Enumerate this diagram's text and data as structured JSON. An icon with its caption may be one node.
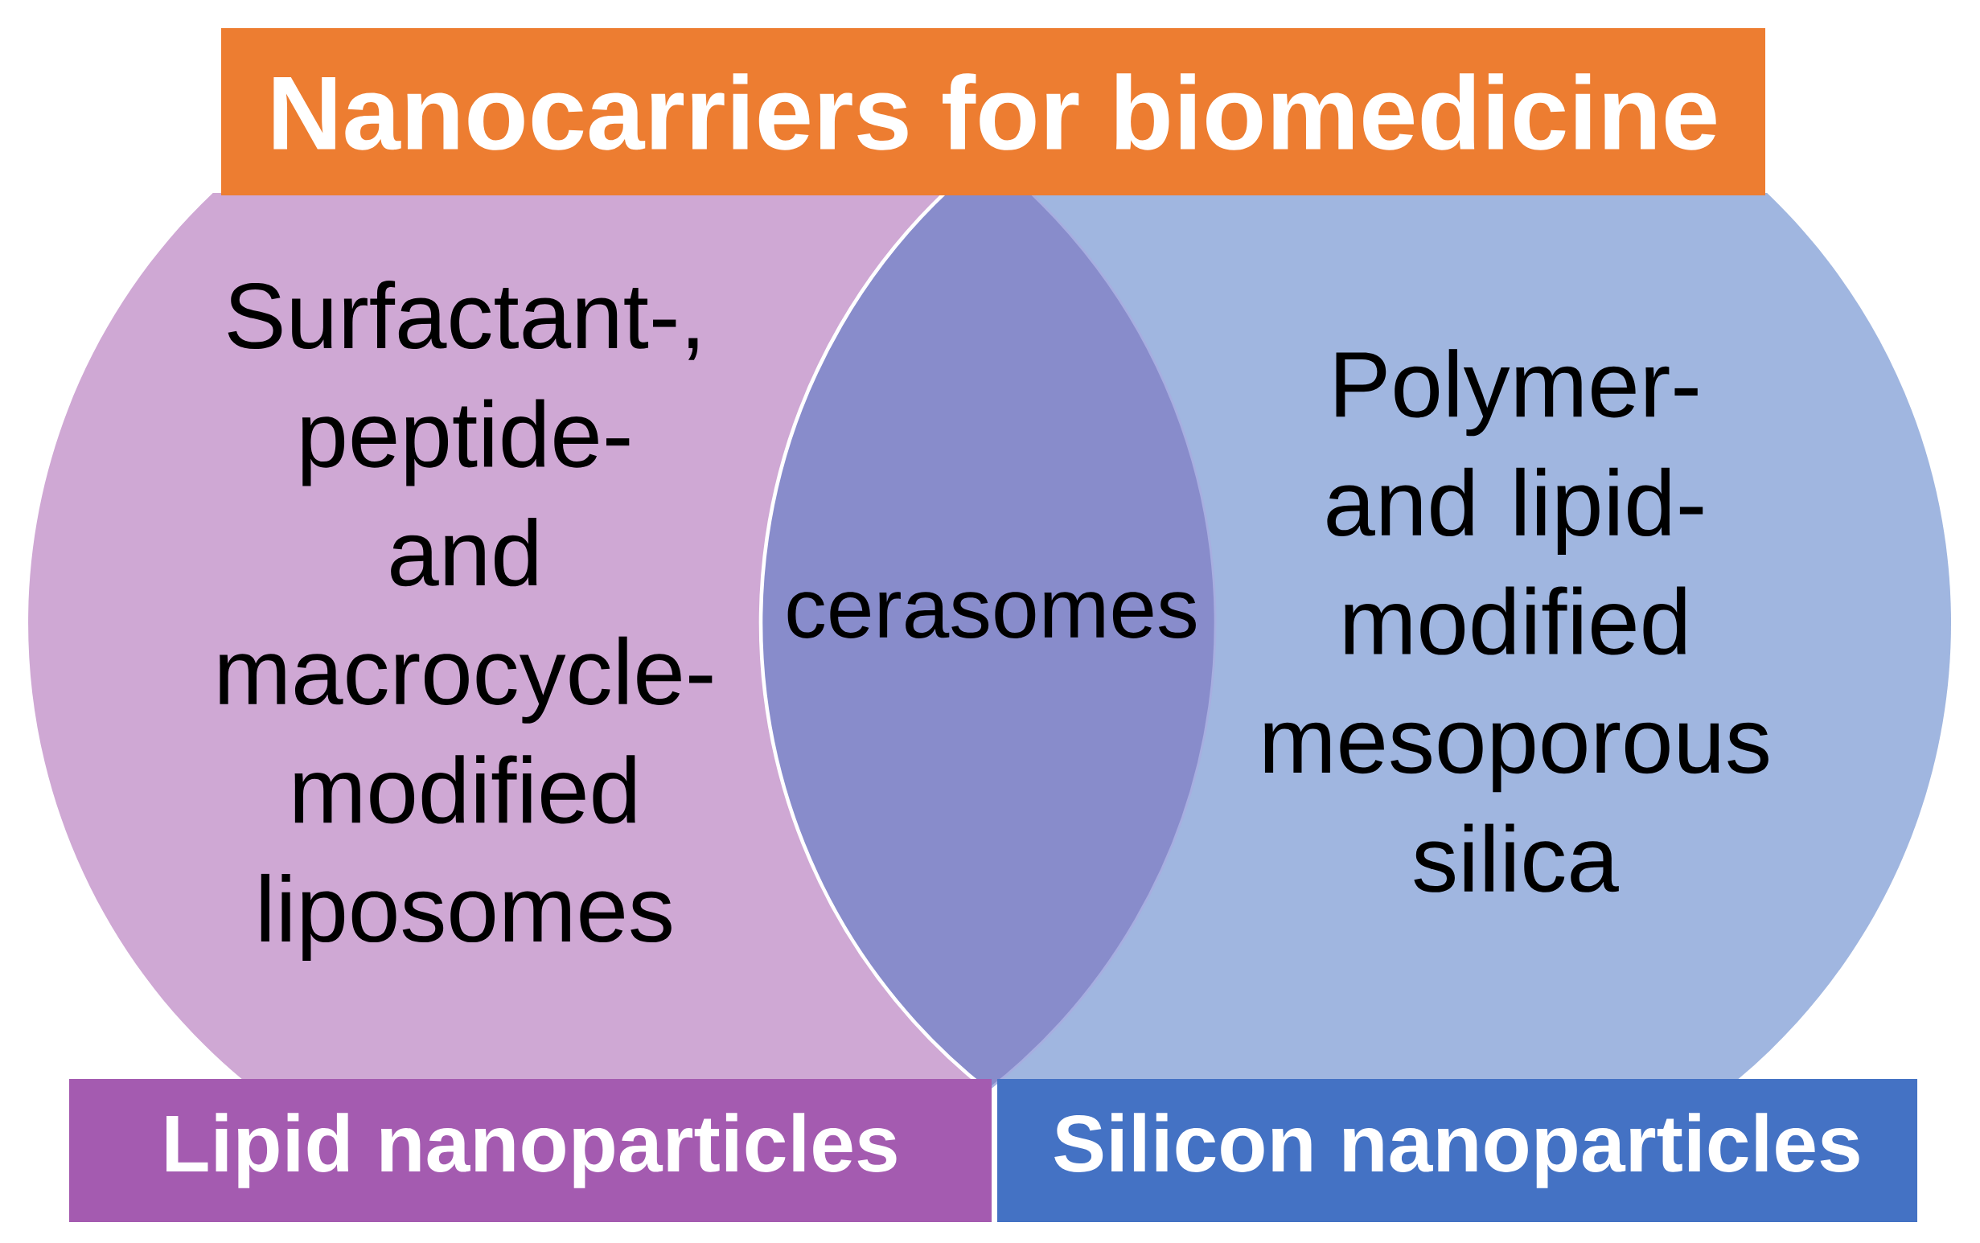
{
  "diagram": {
    "title": "Nanocarriers for biomedicine",
    "nodes": [
      {
        "text": [
          "Surfactant-, peptide- and macrocycle- modified liposomes"
        ]
      },
      {
        "text": [
          "cerasomes"
        ]
      },
      {
        "text": [
          "Polymer- and lipid- modified mesoporous silica"
        ]
      },
      {
        "text": [
          "Lipid nanoparticles"
        ]
      },
      {
        "text": [
          "Silicon nanoparticles"
        ]
      }
    ]
  }
}
